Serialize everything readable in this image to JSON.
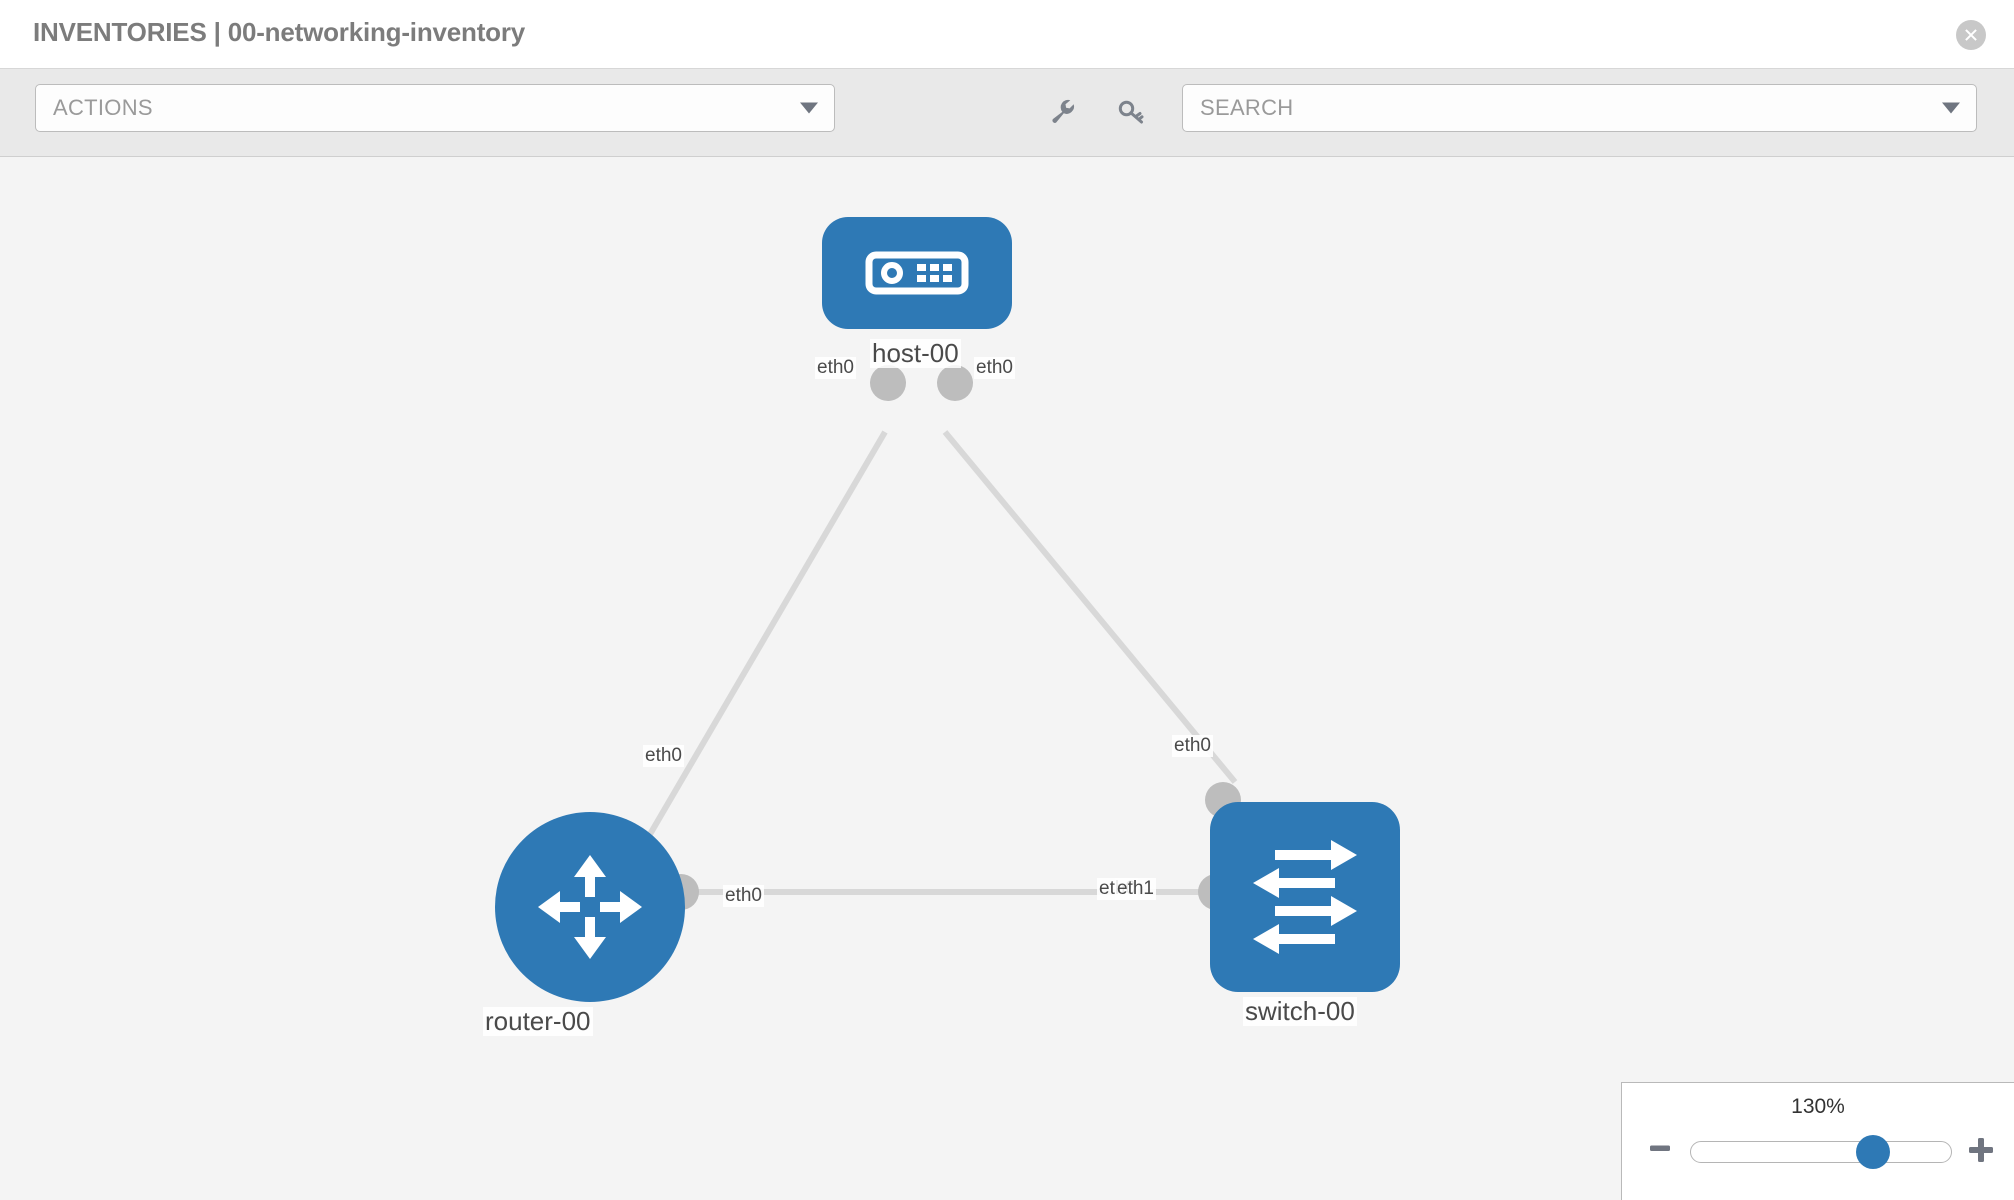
{
  "header": {
    "title": "INVENTORIES | 00-networking-inventory",
    "close_icon": "close-circle-icon"
  },
  "toolbar": {
    "actions_label": "ACTIONS",
    "actions_caret_icon": "chevron-down-icon",
    "wrench_icon": "wrench-icon",
    "key_icon": "key-icon",
    "search_placeholder": "SEARCH",
    "search_caret_icon": "chevron-down-icon"
  },
  "topology": {
    "nodes": [
      {
        "id": "host-00",
        "label": "host-00",
        "type": "host",
        "icon": "server-icon",
        "shape": "rounded-square",
        "color": "#2e79b5"
      },
      {
        "id": "router-00",
        "label": "router-00",
        "type": "router",
        "icon": "router-arrows-icon",
        "shape": "circle",
        "color": "#2e79b5"
      },
      {
        "id": "switch-00",
        "label": "switch-00",
        "type": "switch",
        "icon": "switch-arrows-icon",
        "shape": "rounded-square",
        "color": "#2e79b5"
      }
    ],
    "links": [
      {
        "from": "host-00",
        "to": "router-00",
        "from_iface": "eth0",
        "to_iface": "eth0"
      },
      {
        "from": "host-00",
        "to": "switch-00",
        "from_iface": "eth0",
        "to_iface": "eth0"
      },
      {
        "from": "router-00",
        "to": "switch-00",
        "from_iface": "eth0",
        "to_iface": "eth1"
      }
    ],
    "interface_labels": {
      "host_left": "eth0",
      "host_right": "eth0",
      "router_upper": "eth0",
      "router_right": "eth0",
      "switch_upper": "eth0",
      "switch_left_under": "eth0",
      "switch_left_over": "eth1"
    },
    "link_color": "#d8d8d8",
    "port_color": "#bdbdbd"
  },
  "zoom": {
    "value_label": "130%",
    "minus_label": "minus-icon",
    "plus_label": "plus-icon",
    "percent": 130,
    "thumb_position_pct": 73
  }
}
